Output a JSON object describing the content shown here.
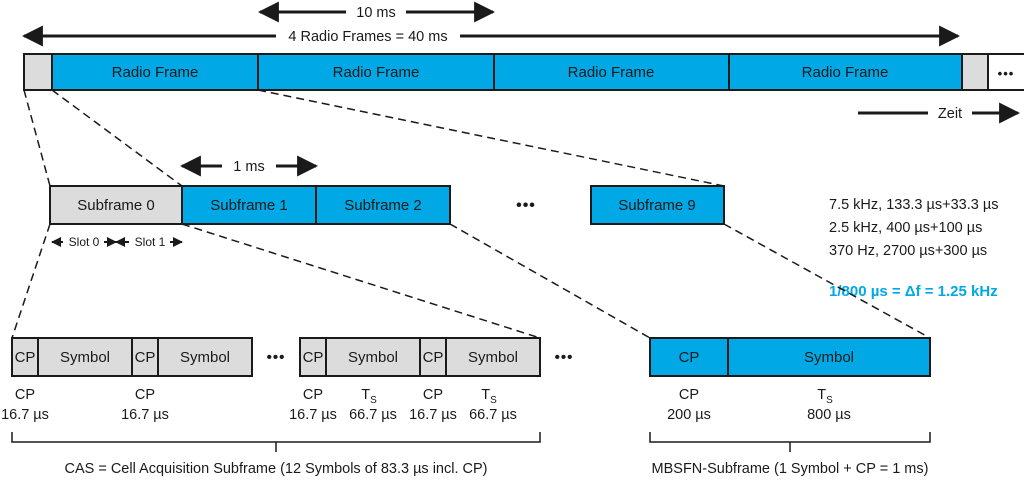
{
  "colors": {
    "blue": "#00a9e6",
    "grey": "#dcdcdc",
    "accent": "#00a9e6",
    "line": "#1a1a1a"
  },
  "top": {
    "span_10ms": "10 ms",
    "span_40ms": "4 Radio Frames = 40 ms",
    "frames": [
      "Radio Frame",
      "Radio Frame",
      "Radio Frame",
      "Radio Frame"
    ],
    "ellipsis": "•••",
    "time_label": "Zeit"
  },
  "middle": {
    "span_1ms": "1 ms",
    "subframes": [
      "Subframe 0",
      "Subframe 1",
      "Subframe 2",
      "Subframe 9"
    ],
    "ellipsis": "•••",
    "slot0": "Slot 0",
    "slot1": "Slot 1"
  },
  "info": {
    "lines": [
      "7.5 kHz, 133.3 µs+33.3 µs",
      "2.5 kHz, 400 µs+100 µs",
      "370 Hz, 2700 µs+300 µs"
    ],
    "formula": "1/800 µs = Δf = 1.25 kHz"
  },
  "cas": {
    "group1": [
      {
        "cp": "CP",
        "symbol": "Symbol"
      },
      {
        "cp": "CP",
        "symbol": "Symbol"
      }
    ],
    "group2": [
      {
        "cp": "CP",
        "symbol": "Symbol"
      },
      {
        "cp": "CP",
        "symbol": "Symbol"
      }
    ],
    "ellipsis": "•••",
    "labels": {
      "cp": "CP",
      "cp_value": "16.7 µs",
      "ts": "T",
      "ts_sub": "S",
      "ts_value": "66.7 µs"
    },
    "caption": "CAS = Cell Acquisition Subframe (12 Symbols of 83.3 µs incl. CP)"
  },
  "mbsfn": {
    "cp": "CP",
    "symbol": "Symbol",
    "cp_label": "CP",
    "cp_value": "200 µs",
    "ts": "T",
    "ts_sub": "S",
    "ts_value": "800 µs",
    "caption": "MBSFN-Subframe (1 Symbol + CP = 1 ms)"
  }
}
